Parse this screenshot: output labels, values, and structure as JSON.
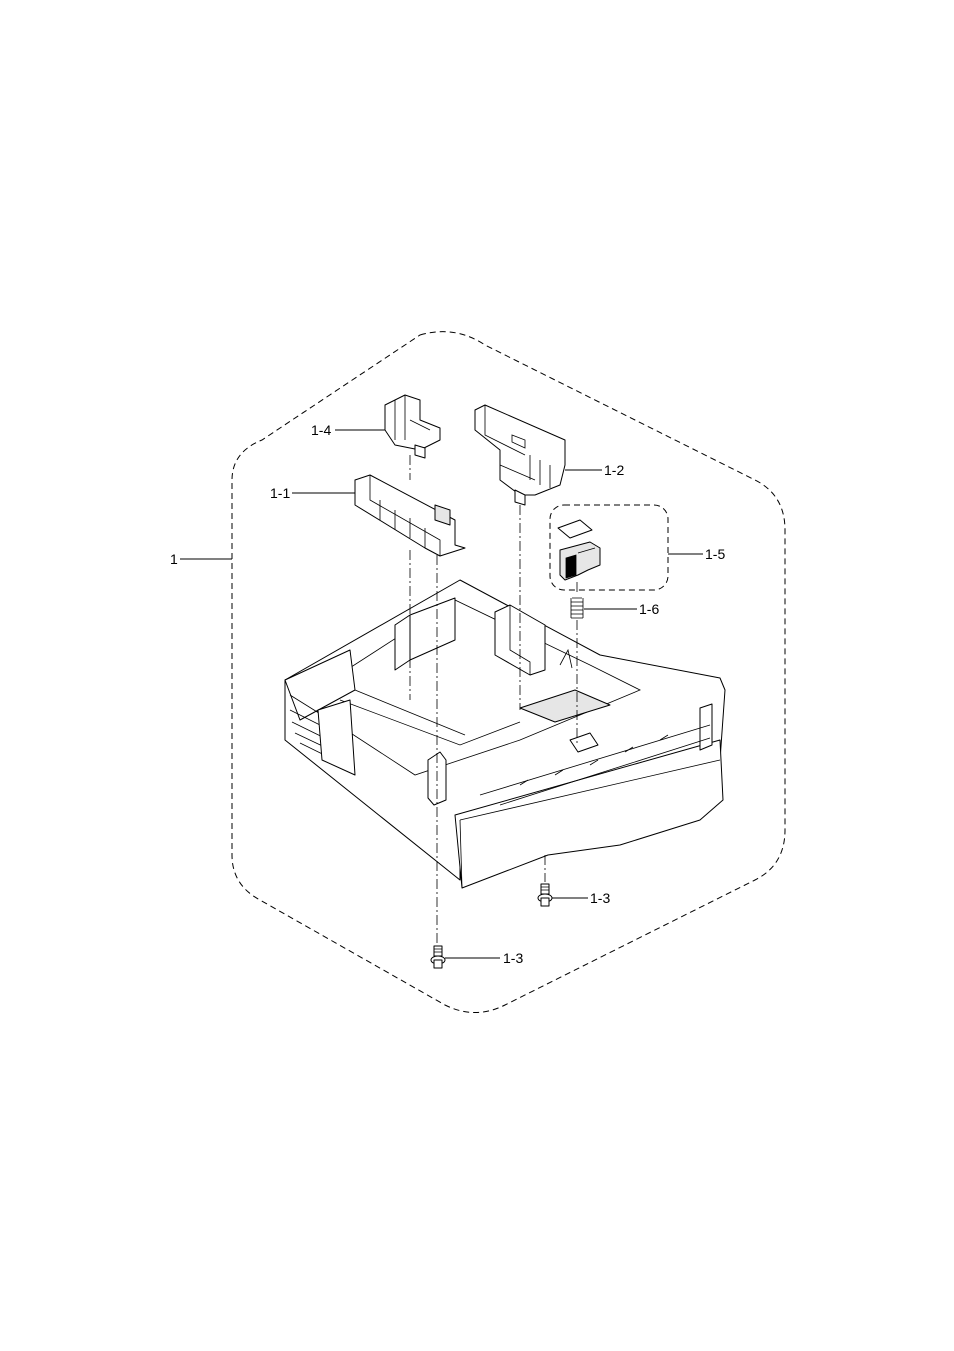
{
  "diagram": {
    "labels": {
      "assembly": "1",
      "guide_left": "1-1",
      "guide_right": "1-2",
      "screw_front": "1-3",
      "screw_bottom": "1-3",
      "end_guide": "1-4",
      "friction_pad_assy": "1-5",
      "spring": "1-6"
    }
  }
}
